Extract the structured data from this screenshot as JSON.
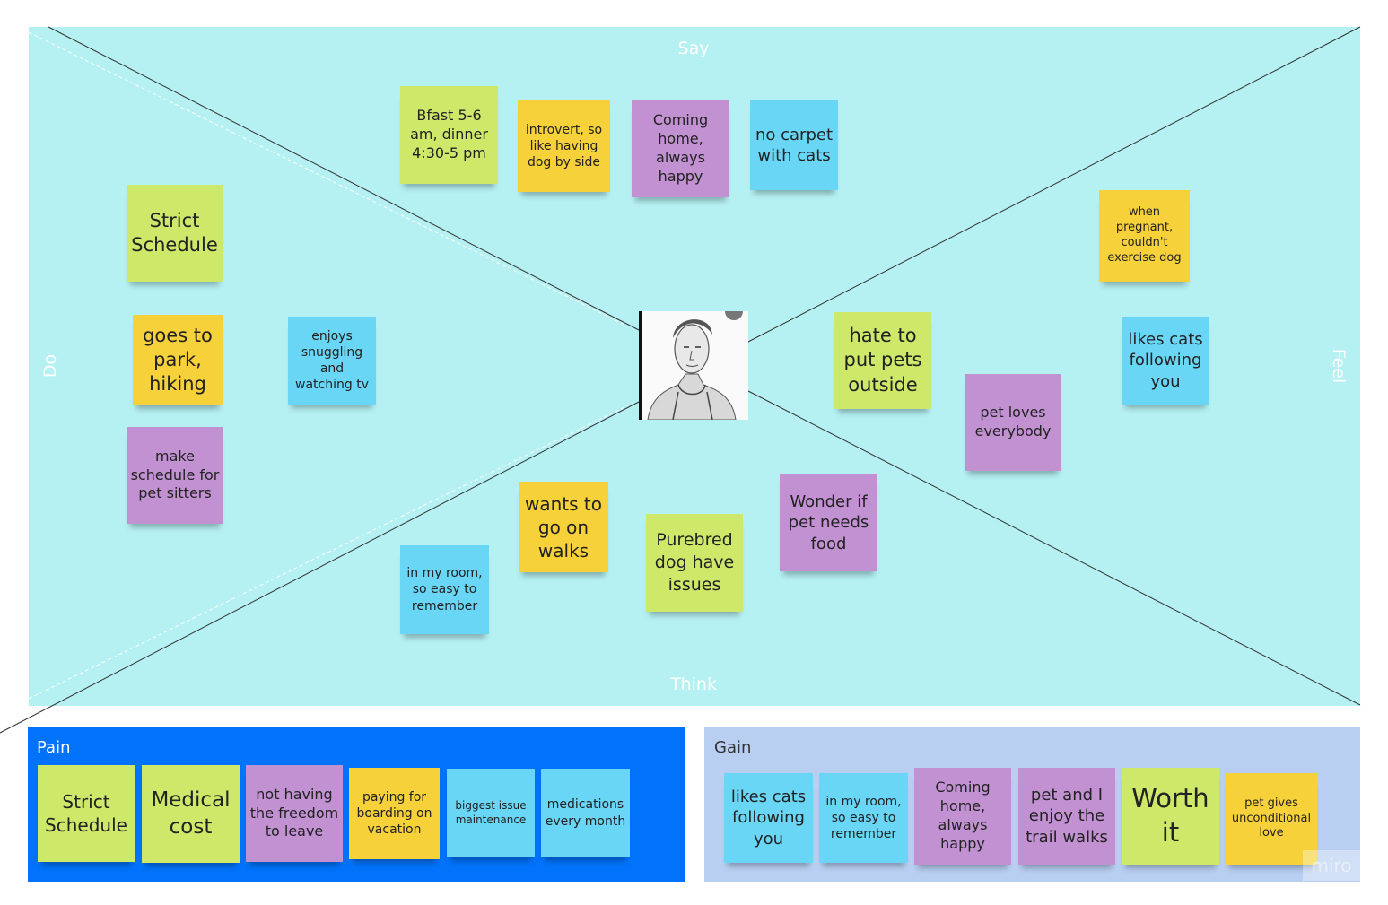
{
  "board": {
    "labels": {
      "say": "Say",
      "think": "Think",
      "do": "Do",
      "feel": "Feel"
    }
  },
  "say_notes": [
    {
      "text": "Bfast 5-6 am, dinner 4:30-5 pm",
      "color": "green"
    },
    {
      "text": "introvert, so like having dog by side",
      "color": "yellow"
    },
    {
      "text": "Coming home, always happy",
      "color": "purple"
    },
    {
      "text": "no carpet with cats",
      "color": "blue"
    }
  ],
  "do_notes": [
    {
      "text": "Strict Schedule",
      "color": "green"
    },
    {
      "text": "goes to park, hiking",
      "color": "yellow"
    },
    {
      "text": "enjoys snuggling and watching tv",
      "color": "blue"
    },
    {
      "text": "make schedule for pet sitters",
      "color": "purple"
    }
  ],
  "feel_notes": [
    {
      "text": "when pregnant, couldn't exercise dog",
      "color": "yellow"
    },
    {
      "text": "likes cats following you",
      "color": "blue"
    },
    {
      "text": "hate to put pets outside",
      "color": "green"
    },
    {
      "text": "pet loves everybody",
      "color": "purple"
    }
  ],
  "think_notes": [
    {
      "text": "wants to go on walks",
      "color": "yellow"
    },
    {
      "text": "in my room, so easy to remember",
      "color": "blue"
    },
    {
      "text": "Purebred dog have issues",
      "color": "green"
    },
    {
      "text": "Wonder if pet needs food",
      "color": "purple"
    }
  ],
  "pain": {
    "label": "Pain",
    "color": "#0073fa",
    "notes": [
      {
        "text": "Strict Schedule",
        "color": "green"
      },
      {
        "text": "Medical cost",
        "color": "green"
      },
      {
        "text": "not having the freedom to leave",
        "color": "purple"
      },
      {
        "text": "paying for boarding on vacation",
        "color": "yellow"
      },
      {
        "text": "biggest issue maintenance",
        "color": "blue"
      },
      {
        "text": "medications every month",
        "color": "blue"
      }
    ]
  },
  "gain": {
    "label": "Gain",
    "color": "#b8cff2",
    "notes": [
      {
        "text": "likes cats following you",
        "color": "blue"
      },
      {
        "text": "in my room, so easy to remember",
        "color": "blue"
      },
      {
        "text": "Coming home, always happy",
        "color": "purple"
      },
      {
        "text": "pet and I enjoy the trail walks",
        "color": "purple"
      },
      {
        "text": "Worth it",
        "color": "green"
      },
      {
        "text": "pet gives unconditional love",
        "color": "yellow"
      }
    ]
  },
  "persona": {
    "icon": "persona-portrait-icon"
  },
  "watermark": "miro"
}
